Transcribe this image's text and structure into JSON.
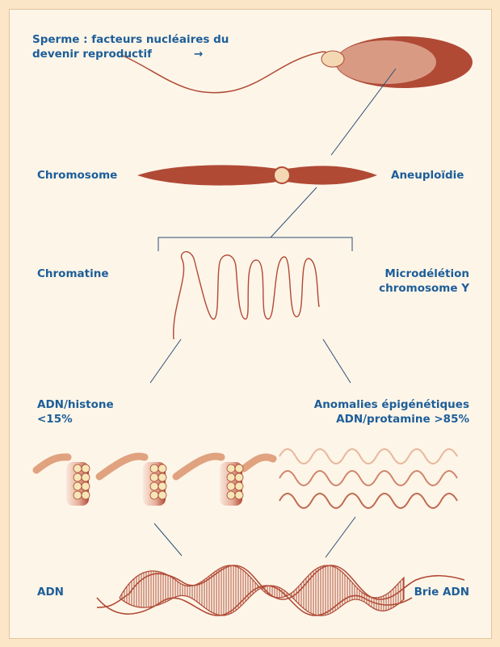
{
  "labels": {
    "sperm_title": "Sperme : facteurs nucléaires du\ndevenir reproductif",
    "arrow": "→",
    "chromosome": "Chromosome",
    "aneuploidy": "Aneuploïdie",
    "chromatin": "Chromatine",
    "microdeletion": "Microdélétion\nchromosome Y",
    "dna_histone": "ADN/histone\n<15%",
    "epigenetic": "Anomalies épigénétiques\nADN/protamine >85%",
    "dna": "ADN",
    "dna_break": "Brie ADN"
  },
  "colors": {
    "dark": "#b04a35",
    "light": "#d99a84",
    "label": "#1d5e99",
    "line": "#2c4f78"
  }
}
